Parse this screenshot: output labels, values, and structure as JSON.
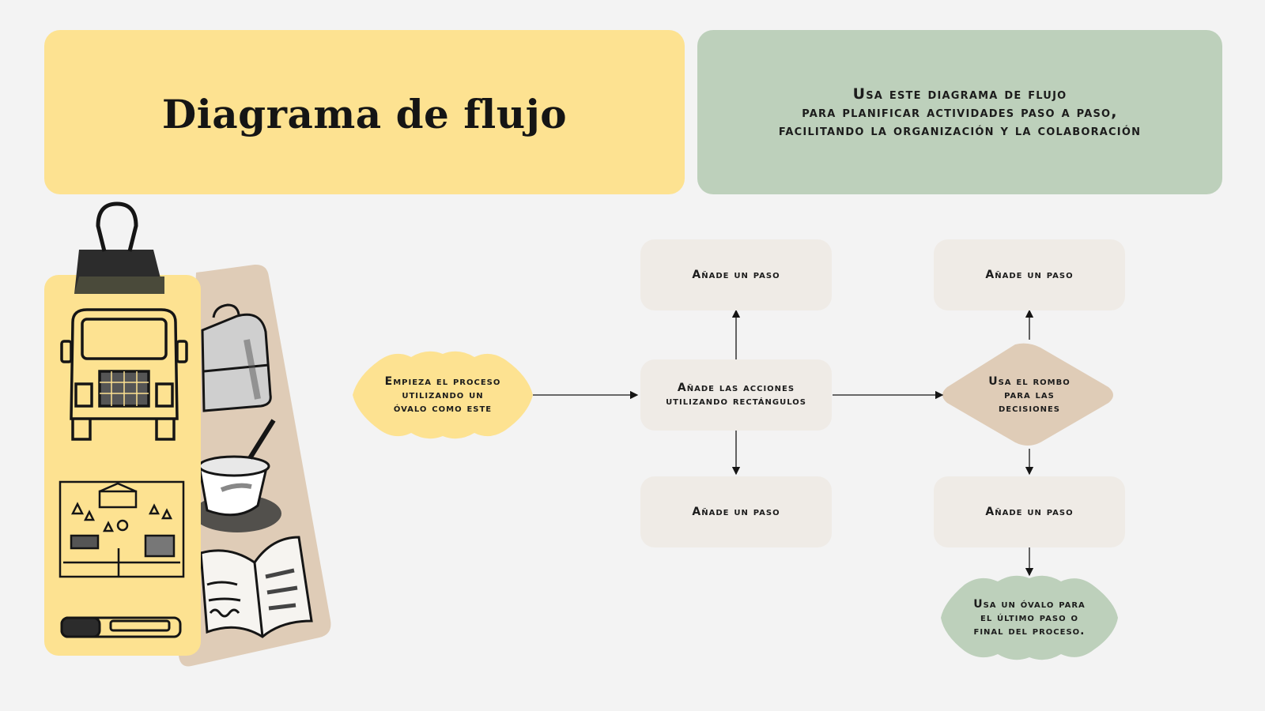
{
  "header": {
    "title": "Diagrama de flujo",
    "description_lines": [
      "Usa este diagrama de flujo",
      "para planificar actividades paso a paso,",
      "facilitando la organización y la colaboración"
    ]
  },
  "flow": {
    "start_lines": [
      "Empieza el proceso",
      "utilizando un",
      "óvalo como este"
    ],
    "action_lines": [
      "Añade las acciones",
      "utilizando rectángulos"
    ],
    "step_top_left": "Añade un paso",
    "step_bottom_left": "Añade un paso",
    "decision_lines": [
      "Usa el rombo",
      "para las",
      "decisiones"
    ],
    "step_top_right": "Añade un paso",
    "step_bottom_right": "Añade un paso",
    "end_lines": [
      "Usa un óvalo para",
      "el último paso o",
      "final del proceso."
    ]
  },
  "colors": {
    "yellow": "#fde291",
    "sage": "#bdd0bb",
    "box": "#efebe6",
    "tan": "#dfccb7",
    "background": "#f3f3f3"
  },
  "icons": [
    "binder-clip-icon",
    "truck-icon",
    "map-icon",
    "highlighter-icon",
    "briefcase-icon",
    "cup-icon",
    "open-book-icon"
  ]
}
